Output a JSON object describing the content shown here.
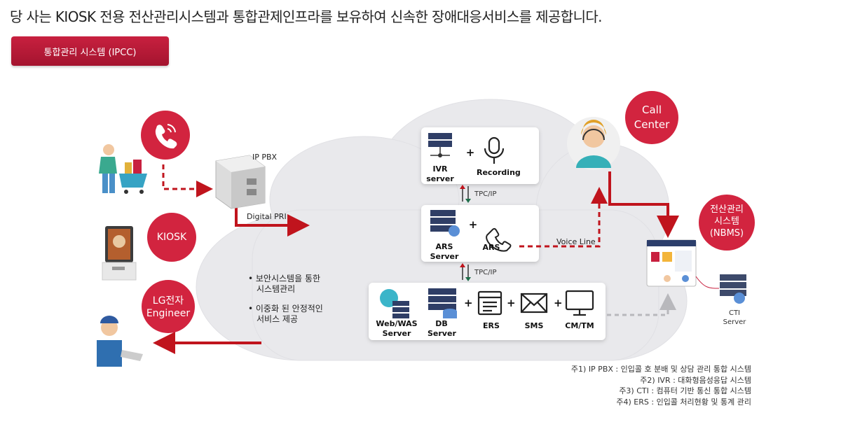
{
  "headline": "당 사는 KIOSK 전용 전산관리시스템과 통합관제인프라를 보유하여 신속한 장애대응서비스를 제공합니다.",
  "tab_label": "통합관리 시스템 (IPCC)",
  "colors": {
    "accent": "#c8203f",
    "arrow": "#c0141d",
    "cloud": "#e9e9ec",
    "panel": "#ffffff"
  },
  "diagram": {
    "ip_pbx": "IP PBX",
    "digital_pri": "Digital PRI",
    "kiosk": "KIOSK",
    "lg_engineer": [
      "LG전자",
      "Engineer"
    ],
    "call_center": [
      "Call",
      "Center"
    ],
    "nbms": [
      "전산관리",
      "시스템",
      "(NBMS)"
    ],
    "ivr_server": [
      "IVR",
      "server"
    ],
    "recording": "Recording",
    "tpc_ip_1": "TPC/IP",
    "ars_server": [
      "ARS",
      "Server"
    ],
    "ars": "ARS",
    "voice_line": "Voice Line",
    "tpc_ip_2": "TPC/IP",
    "web_was": [
      "Web/WAS",
      "Server"
    ],
    "db_server": [
      "DB",
      "Server"
    ],
    "ers": "ERS",
    "sms": "SMS",
    "cm_tm": "CM/TM",
    "cti_server": [
      "CTI",
      "Server"
    ],
    "plus": "+",
    "bullets": [
      [
        "• 보안시스템을 통한",
        "시스템관리"
      ],
      [
        "• 이중화 된 안정적인",
        "서비스 제공"
      ]
    ],
    "notes": [
      "주1) IP PBX : 인입콜 호 분배 및 상담 관리 통합 시스템",
      "주2) IVR : 대화형음성응답 시스템",
      "주3) CTI : 컴퓨터 기반 통신 통합 시스템",
      "주4) ERS  : 인입콜 처리현황 및 통계 관리"
    ]
  }
}
